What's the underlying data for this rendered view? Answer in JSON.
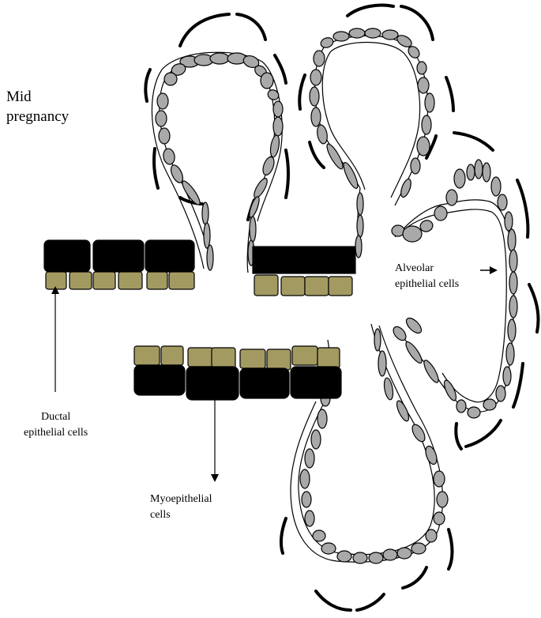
{
  "diagram": {
    "stage_label": [
      "Mid",
      "pregnancy"
    ],
    "labels": {
      "alveolar": [
        "Alveolar",
        "epithelial cells"
      ],
      "ductal": [
        "Ductal",
        "epithelial cells"
      ],
      "myoepithelial": [
        "Myoepithelial",
        "cells"
      ]
    },
    "colors": {
      "background": "#ffffff",
      "myoepithelial_cell": "#000000",
      "ductal_cell": "#a39a62",
      "alveolar_cell": "#a9a9a9",
      "outline": "#000000"
    }
  }
}
